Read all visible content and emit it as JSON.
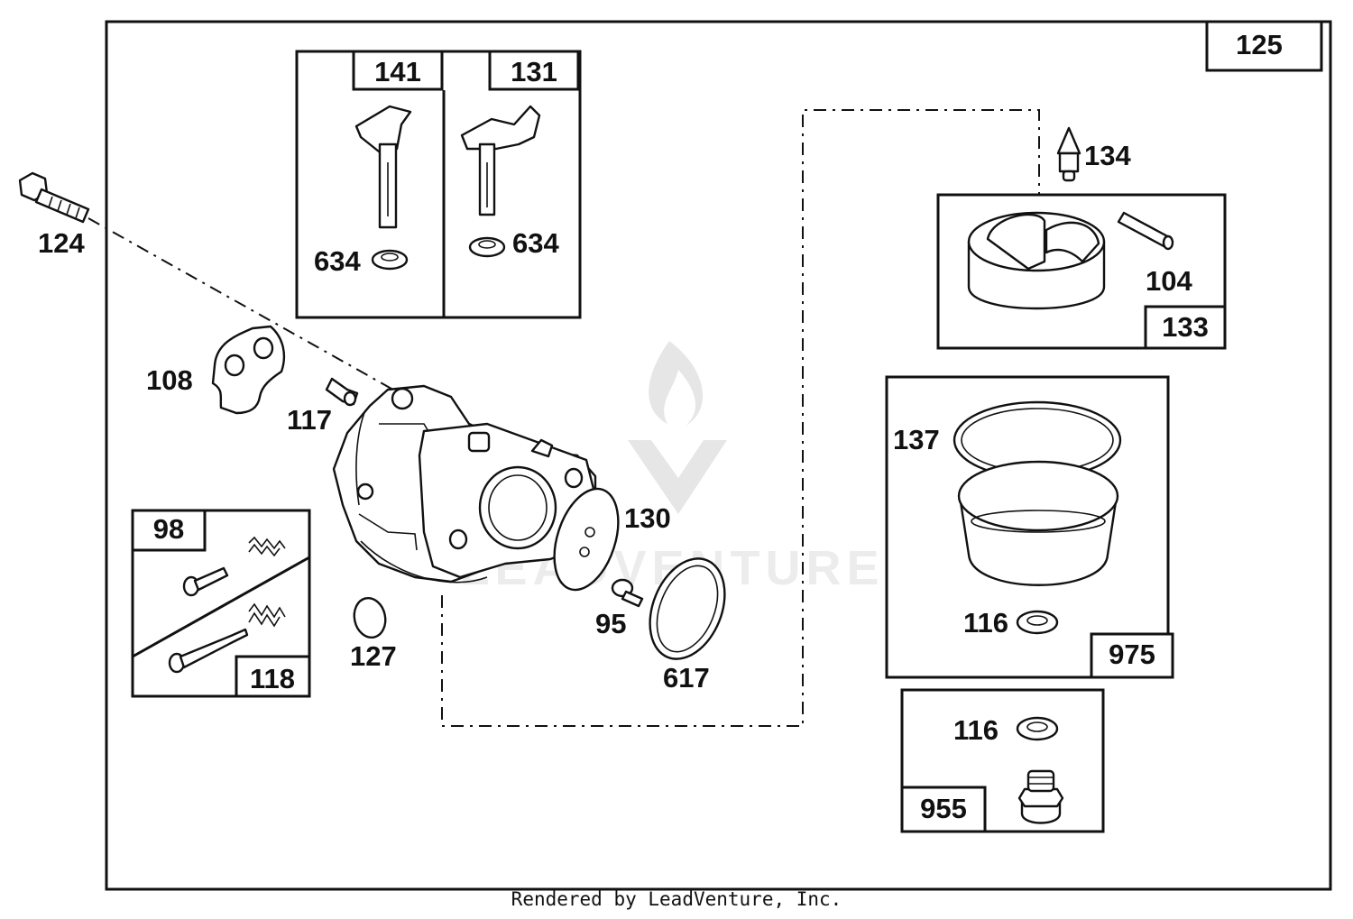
{
  "callouts": {
    "p125": "125",
    "p141": "141",
    "p131": "131",
    "p634a": "634",
    "p634b": "634",
    "p124": "124",
    "p134": "134",
    "p104": "104",
    "p133": "133",
    "p108": "108",
    "p117": "117",
    "p130": "130",
    "p137": "137",
    "p98": "98",
    "p118": "118",
    "p127": "127",
    "p95": "95",
    "p617": "617",
    "p116a": "116",
    "p975": "975",
    "p116b": "116",
    "p955": "955"
  },
  "watermark": "LEADVENTURE",
  "footer": "Rendered by LeadVenture, Inc."
}
